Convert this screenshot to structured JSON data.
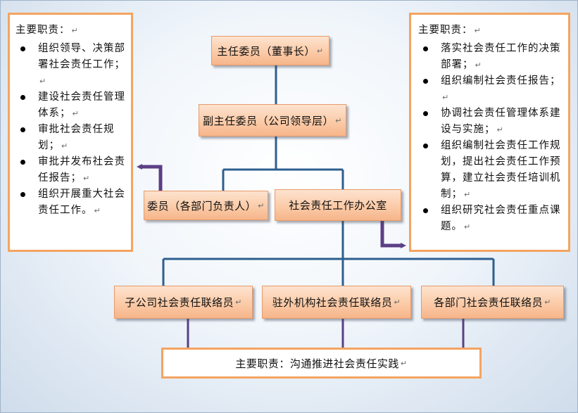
{
  "nodes": {
    "chairman": "主任委员（董事长）",
    "vice_chairman": "副主任委员（公司领导层）",
    "members": "委员（各部门负责人）",
    "csr_office": "社会责任工作办公室",
    "subsidiary_liaison": "子公司社会责任联络员",
    "overseas_liaison": "驻外机构社会责任联络员",
    "dept_liaison": "各部门社会责任联络员"
  },
  "left_panel": {
    "title": "主要职责：",
    "items": [
      "组织领导、决策部署社会责任工作；",
      "建设社会责任管理体系；",
      "审批社会责任规划；",
      "审批并发布社会责任报告；",
      "组织开展重大社会责任工作。"
    ]
  },
  "right_panel": {
    "title": "主要职责：",
    "items": [
      "落实社会责任工作的决策部署；",
      "组织编制社会责任报告；",
      "协调社会责任管理体系建设与实施；",
      "组织编制社会责任工作规划，提出社会责任工作预算，建立社会责任培训机制；",
      "组织研究社会责任重点课题。"
    ]
  },
  "summary": "主要职责：沟通推进社会责任实践",
  "paragraph_mark": "↵",
  "colors": {
    "connector": "#2e5f8f",
    "arrow": "#5b3f86",
    "panel_border": "#f4a460",
    "node_fill": "#fbcba8"
  }
}
